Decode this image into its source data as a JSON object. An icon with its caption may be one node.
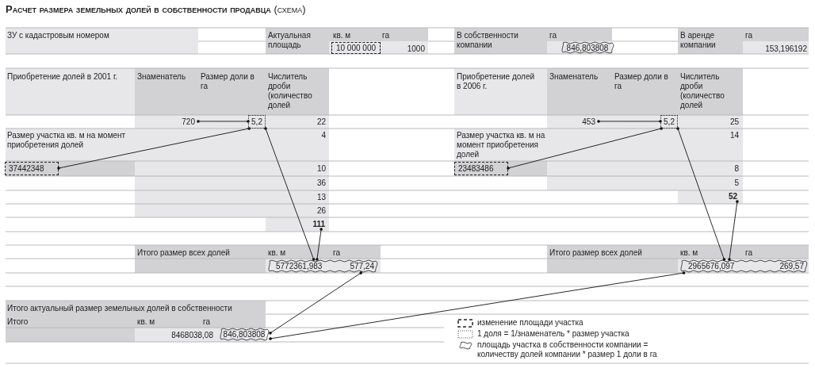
{
  "diagram": {
    "title": "**Расчет размера земельных долей в собственности продавца** (схема)",
    "nodes": [
      {
        "text": [
          "10 000 000"
        ]
      },
      {
        "text": [
          "846,803808"
        ]
      },
      {
        "text": [
          "720"
        ]
      },
      {
        "text": [
          "5,2"
        ]
      },
      {
        "text": [
          "37442348"
        ]
      },
      {
        "text": [
          "111"
        ]
      },
      {
        "text": [
          "5772361,983",
          "577,24"
        ]
      },
      {
        "text": [
          "453"
        ]
      },
      {
        "text": [
          "5,2"
        ]
      },
      {
        "text": [
          "23483486"
        ]
      },
      {
        "text": [
          "52"
        ]
      },
      {
        "text": [
          "2965676,097",
          "269,57"
        ]
      },
      {
        "text": [
          "846,803808"
        ]
      }
    ],
    "edges": [
      {
        "from": 2,
        "to": 3,
        "arrow": "other"
      },
      {
        "from": 4,
        "to": 3,
        "arrow": "other"
      },
      {
        "from": 3,
        "to": 6,
        "arrow": "other"
      },
      {
        "from": 5,
        "to": 6,
        "arrow": "other"
      },
      {
        "from": 6,
        "to": 12,
        "arrow": "other"
      },
      {
        "from": 7,
        "to": 8,
        "arrow": "other"
      },
      {
        "from": 9,
        "to": 8,
        "arrow": "other"
      },
      {
        "from": 8,
        "to": 11,
        "arrow": "other"
      },
      {
        "from": 10,
        "to": 11,
        "arrow": "other"
      },
      {
        "from": 11,
        "to": 12,
        "arrow": "other"
      }
    ],
    "labels": [
      "ЗУ с кадастровым номером",
      "Актуальная площадь",
      "кв. м",
      "га",
      "1000",
      "В собственности компании",
      "га",
      "В аренде компании",
      "га",
      "153,196192",
      "Приобретение долей в 2001 г.",
      "Знаменатель",
      "Размер доли в га",
      "Числитель дроби (количество долей",
      "Приобретение долей в 2006 г.",
      "Знаменатель",
      "Размер доли в га",
      "Числитель дроби (количество долей",
      "22",
      "25",
      "Размер участка кв. м на момент приобретения долей",
      "4",
      "Размер участка кв. м на момент приобретения долей",
      "14",
      "10",
      "8",
      "36",
      "5",
      "13",
      "26",
      "Итого размер всех долей",
      "кв. м",
      "га",
      "Итого размер всех долей",
      "кв. м",
      "га",
      "Итого актуальный размер земельных долей в собственности",
      "Итого",
      "кв. м",
      "га",
      "8468038,08"
    ],
    "legend": [
      {
        "text": "изменение площади участка"
      },
      {
        "text": "1 доля = 1/знаменатель * размер участка"
      },
      {
        "text": "площадь участка в собственности компании = количеству долей компании * размер 1 доли в га"
      }
    ]
  }
}
